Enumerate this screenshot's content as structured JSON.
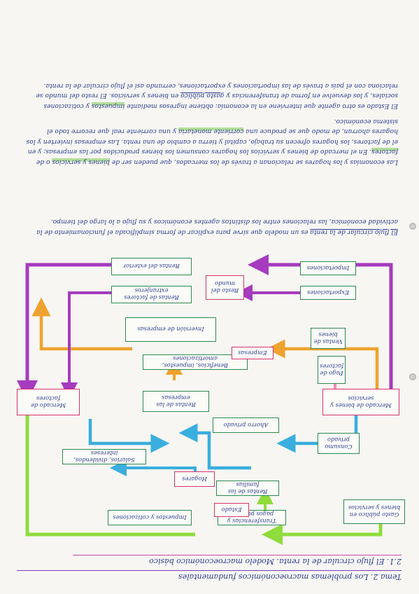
{
  "header": {
    "title": "Tema 2. Los problemas macroeconómicos fundamentales",
    "subtitle": "2.1. El flujo circular de la renta. Modelo macroeconómico básico"
  },
  "diagram": {
    "nodes": {
      "mercado_bienes": "Mercado de bienes y servicios",
      "mercado_factores": "Mercado de factores",
      "empresas": "Empresas",
      "hogares": "Hogares",
      "estado": "Estado",
      "resto_mundo": "Resto del mundo",
      "gasto_publico": "Gasto público en bienes y servicios",
      "transferencias": "Transferencias y pagos públicos",
      "impuestos": "Impuestos y cotizaciones",
      "renta_hogares": "Rentas de las familias",
      "consumo": "Consumo privado",
      "salarios": "Salarios, dividendos, intereses",
      "ahorro": "Ahorro privado",
      "rentas_empresas": "Rentas de las empresas",
      "beneficios": "Beneficios, impuestos, amortizaciones",
      "inversion": "Inversión de empresas",
      "pago_factores": "Pago de factores",
      "ventas_bienes": "Ventas de bienes",
      "exportaciones": "Exportaciones",
      "importaciones": "Importaciones",
      "pago_extranjero": "Rentas de factores extranjeros",
      "rentas_exterior": "Rentas del exterior"
    }
  },
  "paragraphs": {
    "p1_lead": "El flujo circular de la renta",
    "p1_rest": " es un modelo que sirve para explicar de forma simplificada el funcionamiento de la actividad económica, las relaciones entre los distintos agentes económicos y su flujo a lo largo del tiempo.",
    "p2_a": "Las economías y los hogares se relacionan a través de los mercados, que pueden ser de ",
    "p2_b": "bienes y servicios",
    "p2_c": " o de ",
    "p2_d": "factores",
    "p2_e": ". En el mercado de bienes y servicios los hogares consumen los bienes producidos por las empresas; y en el de factores, los hogares ofrecen su trabajo, capital y tierra a cambio de una renta. Las empresas invierten y los hogares ahorran, de modo que se produce una ",
    "p2_f": "corriente monetaria",
    "p2_g": " y una corriente real que recorre todo el sistema económico.",
    "p3_a": "El Estado es otro agente que interviene en la economía: obtiene ingresos mediante ",
    "p3_b": "impuestos",
    "p3_c": " y cotizaciones sociales, y los devuelve en forma de transferencias y ",
    "p3_d": "gasto público",
    "p3_e": " en bienes y servicios. El resto del mundo se relaciona con el país a través de las importaciones y exportaciones, cerrando así el flujo circular de la renta."
  },
  "colors": {
    "ink": "#2b3d8f",
    "arrow_purple": "#a63bbf",
    "arrow_orange": "#f0a22e",
    "arrow_blue": "#3aaede",
    "arrow_green": "#8fdc3c",
    "arrow_pink": "#f08cb8",
    "box_green": "#2f8a4f",
    "box_pink": "#d6336c"
  }
}
